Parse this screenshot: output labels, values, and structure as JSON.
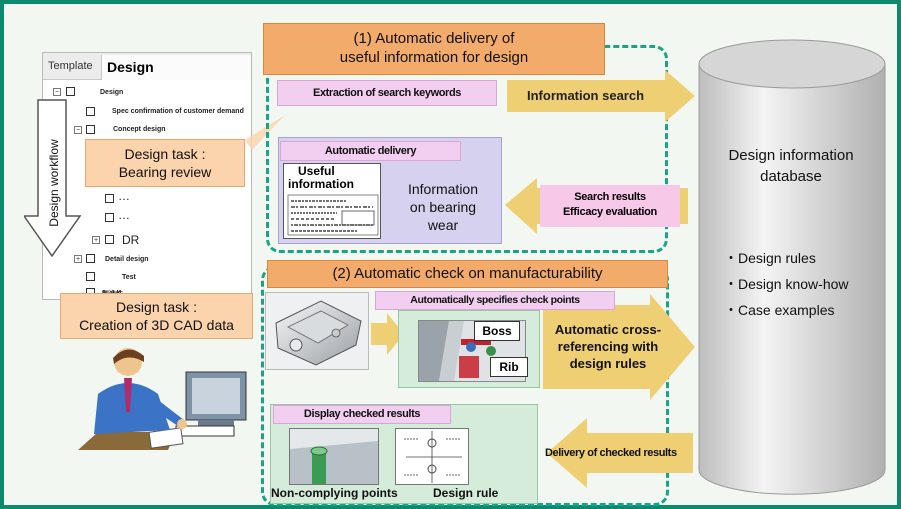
{
  "tree": {
    "tab_template": "Template",
    "tab_design": "Design",
    "root": "Design",
    "spec": "Spec confirmation of customer demand",
    "concept": "Concept design",
    "dots1": "…",
    "dots2": "…",
    "dr": "DR",
    "detail": "Detail design",
    "test": "Test",
    "last": "製造性"
  },
  "workflow_label": "Design workflow",
  "task1": {
    "title": "Design task :",
    "name": "Bearing review"
  },
  "task2": {
    "title": "Design task :",
    "name": "Creation of 3D CAD data"
  },
  "section1": {
    "line1": "(1) Automatic delivery of",
    "line2": "useful information for design"
  },
  "section2": {
    "title": "(2) Automatic check on manufacturability"
  },
  "extraction_label": "Extraction of search keywords",
  "info_search_label": "Information search",
  "delivery_box": {
    "title": "Automatic delivery",
    "doc_line1": "Useful",
    "doc_line2": "information",
    "info_line1": "Information",
    "info_line2": "on bearing",
    "info_line3": "wear"
  },
  "search_results": {
    "line1": "Search results",
    "line2": "Efficacy evaluation"
  },
  "checkpoint_label": "Automatically specifies check points",
  "boss_label": "Boss",
  "rib_label": "Rib",
  "cross_ref": {
    "line1": "Automatic cross-",
    "line2": "referencing with",
    "line3": "design rules"
  },
  "display_label": "Display checked results",
  "noncomply_label": "Non-complying points",
  "design_rule_label": "Design rule",
  "delivery_checked_label": "Delivery of checked results",
  "database": {
    "title1": "Design information",
    "title2": "database",
    "item1": "・Design rules",
    "item2": "・Design know-how",
    "item3": "・Case examples"
  },
  "colors": {
    "frame": "#0c8a6e",
    "dashed": "#1aa487",
    "orange": "#f2ab6a",
    "arrow": "#efcf73",
    "lavender": "#d6d1ef",
    "pink": "#f2cff0"
  }
}
